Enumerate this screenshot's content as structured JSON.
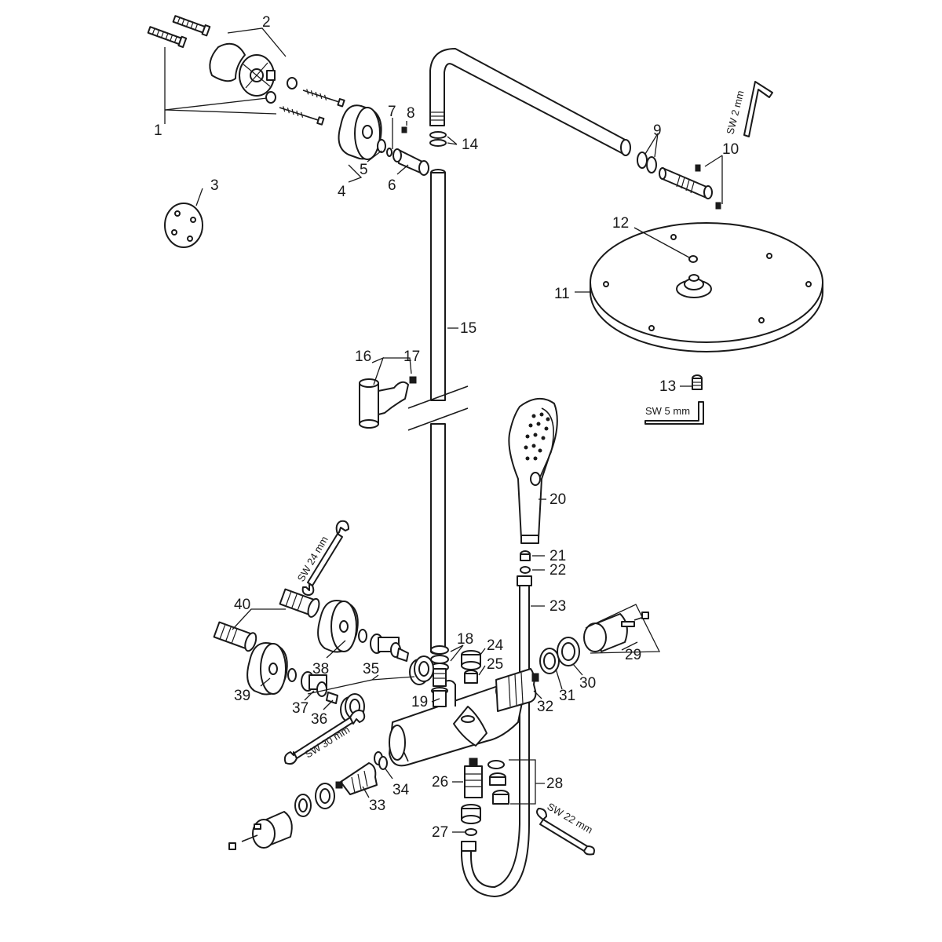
{
  "labels": [
    "1",
    "2",
    "3",
    "4",
    "5",
    "6",
    "7",
    "8",
    "9",
    "10",
    "11",
    "12",
    "13",
    "14",
    "15",
    "16",
    "17",
    "18",
    "19",
    "20",
    "21",
    "22",
    "23",
    "24",
    "25",
    "26",
    "27",
    "28",
    "29",
    "30",
    "31",
    "32",
    "33",
    "34",
    "35",
    "36",
    "37",
    "38",
    "39",
    "40"
  ],
  "tools": {
    "sw2": "SW 2 mm",
    "sw5": "SW 5 mm",
    "sw24": "SW 24 mm",
    "sw30": "SW 30 mm",
    "sw22": "SW 22 mm"
  }
}
